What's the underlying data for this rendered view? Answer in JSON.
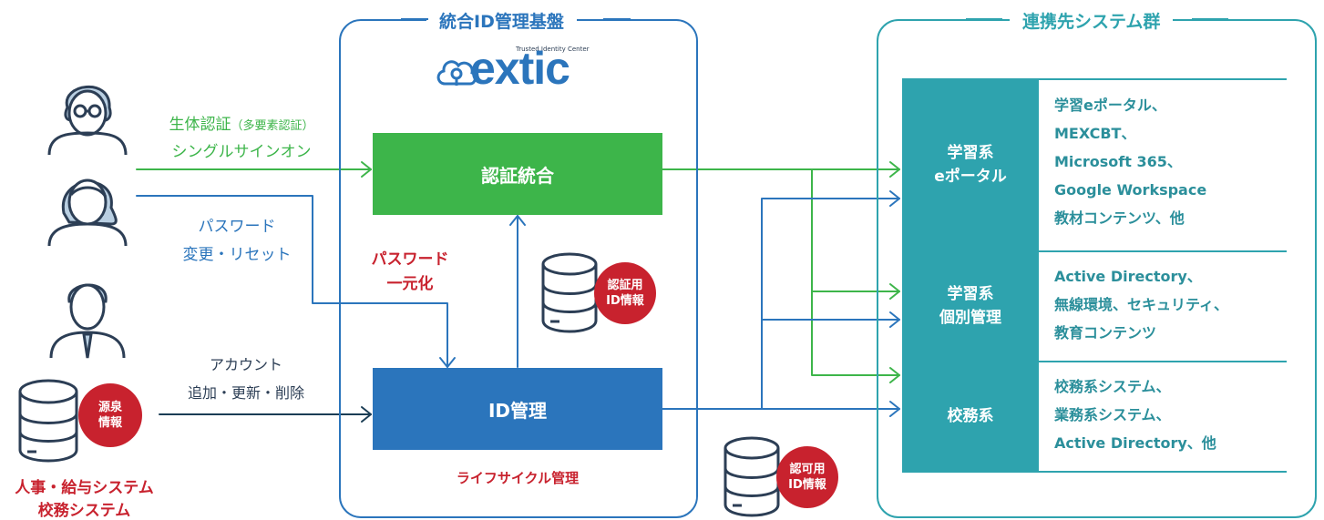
{
  "idp_panel": {
    "title": "統合ID管理基盤",
    "logo_small": "Trusted Identity Center",
    "logo_text": "extic",
    "auth_box": "認証統合",
    "id_box": "ID管理",
    "lifecycle": "ライフサイクル管理",
    "password_label": [
      "パスワード",
      "一元化"
    ],
    "auth_db_badge": [
      "認証用",
      "ID情報"
    ]
  },
  "target_panel": {
    "title": "連携先システム群",
    "systems": [
      {
        "name": [
          "学習系",
          "eポータル"
        ],
        "desc": [
          "学習eポータル、",
          "MEXCBT、",
          "Microsoft 365、",
          "Google Workspace",
          "教材コンテンツ、他"
        ]
      },
      {
        "name": [
          "学習系",
          "個別管理"
        ],
        "desc": [
          "Active Directory、",
          "無線環境、セキュリティ、",
          "教育コンテンツ"
        ]
      },
      {
        "name": [
          "校務系"
        ],
        "desc": [
          "校務系システム、",
          "業務系システム、",
          "Active Directory、他"
        ]
      }
    ]
  },
  "left": {
    "bio_label": "生体認証",
    "bio_sub": "（多要素認証）",
    "sso_label": "シングルサインオン",
    "pw_label": [
      "パスワード",
      "変更・リセット"
    ],
    "account_label": [
      "アカウント",
      "追加・更新・削除"
    ],
    "source_badge": [
      "源泉",
      "情報"
    ],
    "source_caption": [
      "人事・給与システム",
      "校務システム"
    ]
  },
  "authz_db_badge": [
    "認可用",
    "ID情報"
  ],
  "colors": {
    "green": "#3db54a",
    "blue": "#2b75bc",
    "teal": "#2ea3ae",
    "red": "#c8222e",
    "navy": "#1b3d55",
    "darkblue": "#2c3e55"
  }
}
